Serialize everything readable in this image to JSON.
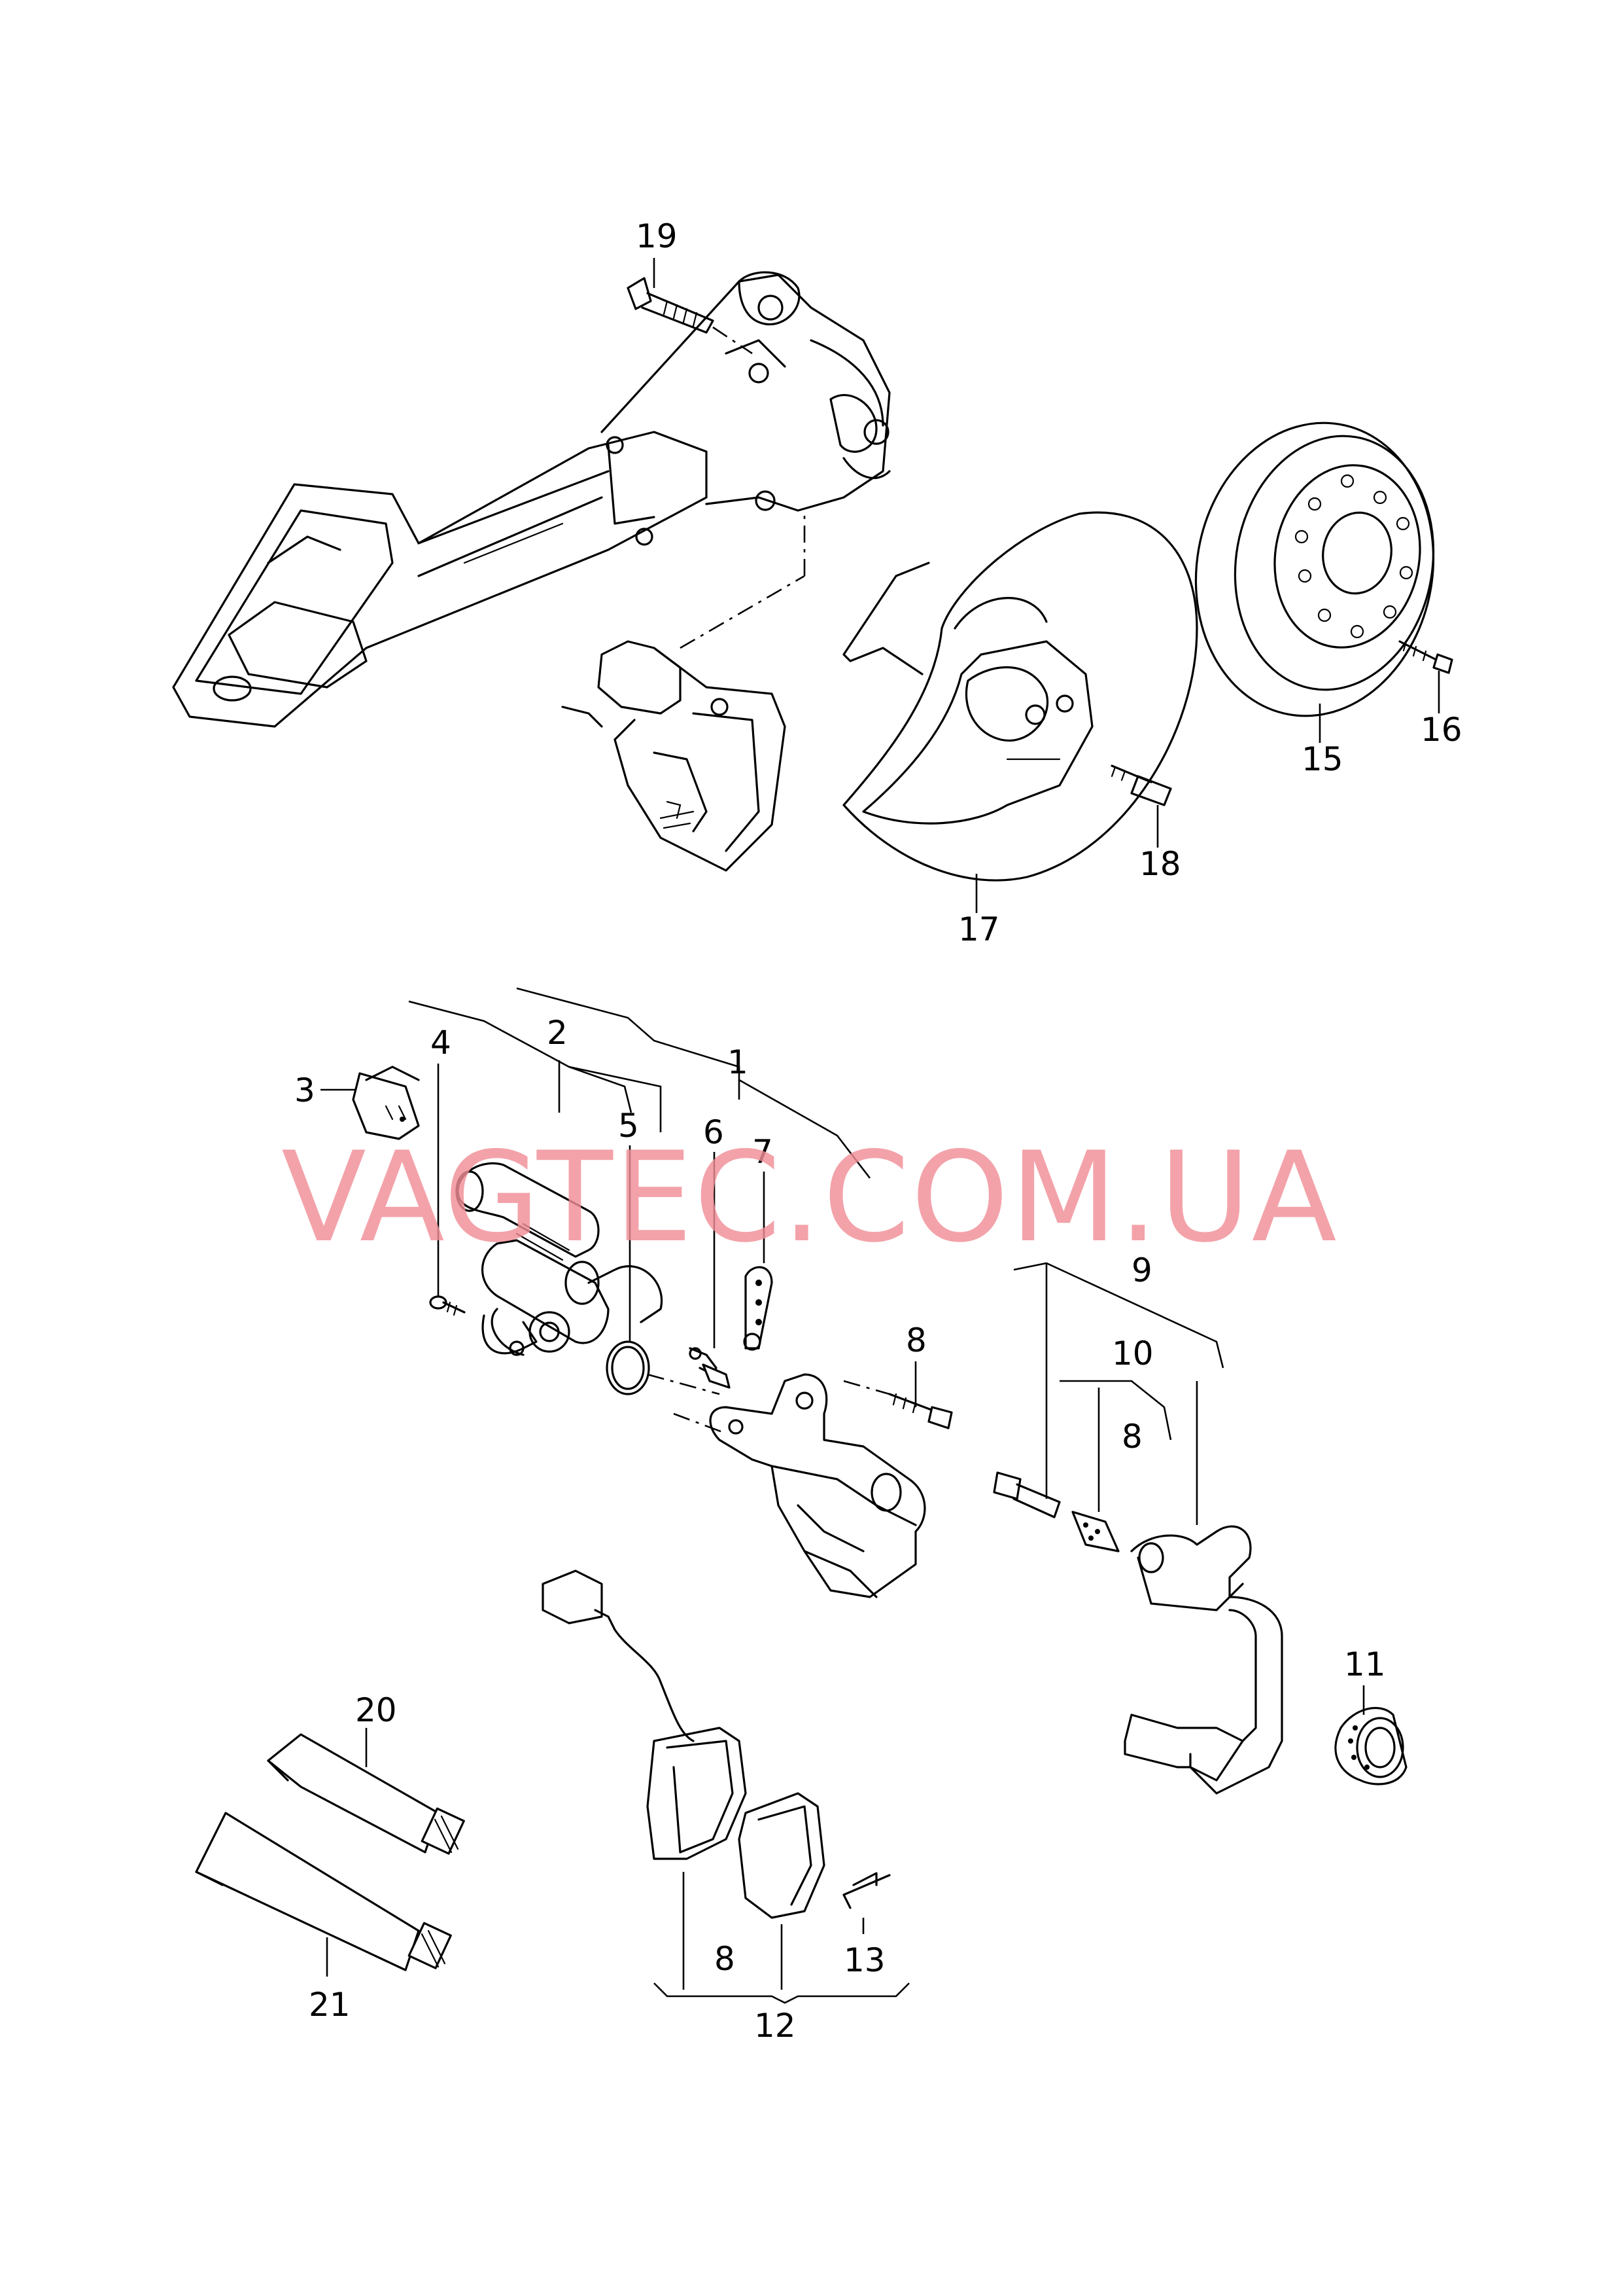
{
  "watermark": "VAGTEC.COM.UA",
  "colors": {
    "line": "#000000",
    "watermark": "#f08d96",
    "background": "#ffffff"
  },
  "callouts": {
    "n1": "1",
    "n2": "2",
    "n3": "3",
    "n4": "4",
    "n5": "5",
    "n6": "6",
    "n7": "7",
    "n8a": "8",
    "n8b": "8",
    "n8c": "8",
    "n9": "9",
    "n10": "10",
    "n11": "11",
    "n12": "12",
    "n13": "13",
    "n15": "15",
    "n16": "16",
    "n17": "17",
    "n18": "18",
    "n19": "19",
    "n20": "20",
    "n21": "21"
  }
}
